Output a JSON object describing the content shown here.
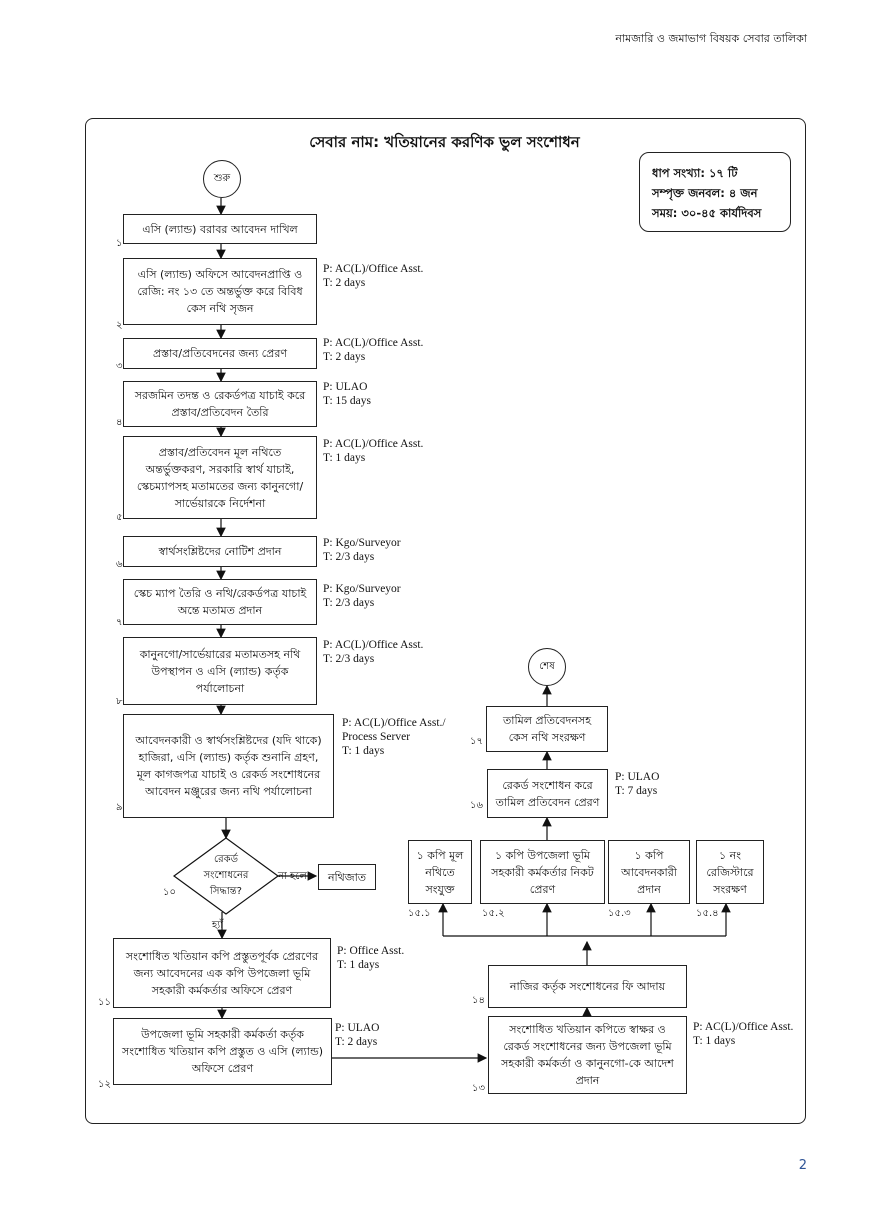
{
  "header": "নামজারি ও জমাভাগ বিষয়ক সেবার তালিকা",
  "page_number": "2",
  "title": "সেবার নাম: খতিয়ানের করণিক ভুল সংশোধন",
  "info": {
    "steps": "ধাপ সংখ্যা: ১৭ টি",
    "manpower": "সম্পৃক্ত জনবল: ৪ জন",
    "time": "সময়: ৩০-৪৫ কার্যদিবস"
  },
  "start": "শুরু",
  "end": "শেষ",
  "decision": "রেকর্ড সংশোধনের সিদ্ধান্ত?",
  "no_label": "না হলে",
  "yes_label": "হ্যাঁ",
  "nothi": "নথিজাত",
  "steps": {
    "s1": {
      "num": "১",
      "text": "এসি (ল্যান্ড) বরাবর আবেদন দাখিল"
    },
    "s2": {
      "num": "২",
      "text": "এসি (ল্যান্ড) অফিসে আবেদনপ্রাপ্তি ও রেজি: নং ১৩ তে অন্তর্ভুক্ত করে বিবিধ কেস নথি সৃজন",
      "note": "P: AC(L)/Office Asst.\nT: 2 days"
    },
    "s3": {
      "num": "৩",
      "text": "প্রস্তাব/প্রতিবেদনের জন্য প্রেরণ",
      "note": "P: AC(L)/Office Asst.\nT: 2 days"
    },
    "s4": {
      "num": "৪",
      "text": "সরজমিন তদন্ত ও রেকর্ডপত্র যাচাই করে প্রস্তাব/প্রতিবেদন তৈরি",
      "note": "P: ULAO\nT: 15 days"
    },
    "s5": {
      "num": "৫",
      "text": "প্রস্তাব/প্রতিবেদন মূল নথিতে অন্তর্ভুক্তকরণ, সরকারি স্বার্থ যাচাই, স্কেচম্যাপসহ মতামতের জন্য কানুনগো/সার্ভেয়ারকে নির্দেশনা",
      "note": "P: AC(L)/Office Asst.\nT: 1 days"
    },
    "s6": {
      "num": "৬",
      "text": "স্বার্থসংশ্লিষ্টদের নোটিশ প্রদান",
      "note": "P: Kgo/Surveyor\nT: 2/3 days"
    },
    "s7": {
      "num": "৭",
      "text": "স্কেচ ম্যাপ তৈরি ও নথি/রেকর্ডপত্র যাচাই অন্তে মতামত প্রদান",
      "note": "P: Kgo/Surveyor\nT: 2/3 days"
    },
    "s8": {
      "num": "৮",
      "text": "কানুনগো/সার্ভেয়ারের মতামতসহ নথি উপস্থাপন ও এসি (ল্যান্ড) কর্তৃক পর্যালোচনা",
      "note": "P: AC(L)/Office Asst.\nT: 2/3 days"
    },
    "s9": {
      "num": "৯",
      "text": "আবেদনকারী ও স্বার্থসংশ্লিষ্টদের (যদি থাকে) হাজিরা, এসি (ল্যান্ড) কর্তৃক শুনানি গ্রহণ, মূল কাগজপত্র যাচাই ও রেকর্ড সংশোধনের আবেদন মঞ্জুরের জন্য নথি পর্যালোচনা",
      "note": "P: AC(L)/Office Asst./\nProcess Server\nT: 1 days"
    },
    "s10": {
      "num": "১০"
    },
    "s11": {
      "num": "১১",
      "text": "সংশোধিত খতিয়ান কপি প্রস্তুতপূর্বক প্রেরণের জন্য আবেদনের এক কপি উপজেলা ভূমি সহকারী কর্মকর্তার অফিসে প্রেরণ",
      "note": "P: Office Asst.\nT: 1 days"
    },
    "s12": {
      "num": "১২",
      "text": "উপজেলা ভূমি সহকারী কর্মকর্তা কর্তৃক সংশোধিত খতিয়ান কপি প্রস্তুত ও এসি (ল্যান্ড) অফিসে প্রেরণ",
      "note": "P: ULAO\nT: 2 days"
    },
    "s13": {
      "num": "১৩",
      "text": "সংশোধিত খতিয়ান কপিতে স্বাক্ষর ও রেকর্ড সংশোধনের জন্য উপজেলা ভূমি সহকারী কর্মকর্তা ও কানুনগো-কে আদেশ প্রদান",
      "note": "P: AC(L)/Office Asst.\nT: 1 days"
    },
    "s14": {
      "num": "১৪",
      "text": "নাজির কর্তৃক সংশোধনের ফি আদায়"
    },
    "s15_1": {
      "num": "১৫.১",
      "text": "১ কপি মূল নথিতে সংযুক্ত"
    },
    "s15_2": {
      "num": "১৫.২",
      "text": "১ কপি উপজেলা ভূমি সহকারী কর্মকর্তার নিকট প্রেরণ"
    },
    "s15_3": {
      "num": "১৫.৩",
      "text": "১ কপি আবেদনকারী প্রদান"
    },
    "s15_4": {
      "num": "১৫.৪",
      "text": "১ নং রেজিস্টারে সংরক্ষণ"
    },
    "s16": {
      "num": "১৬",
      "text": "রেকর্ড সংশোধন করে তামিল প্রতিবেদন প্রেরণ",
      "note": "P: ULAO\nT: 7 days"
    },
    "s17": {
      "num": "১৭",
      "text": "তামিল প্রতিবেদনসহ কেস নথি সংরক্ষণ"
    }
  }
}
